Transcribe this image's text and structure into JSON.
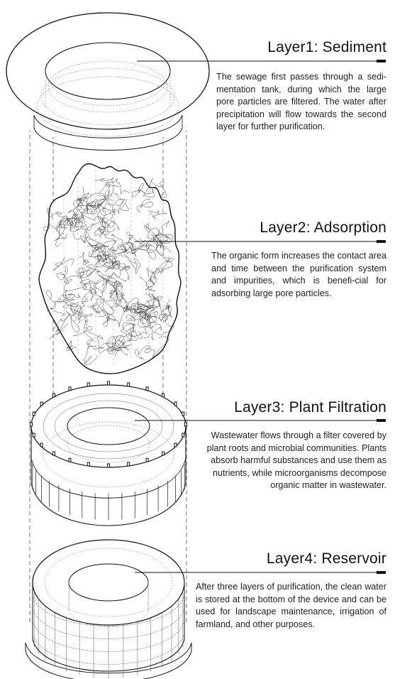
{
  "layers": [
    {
      "title": "Layer1: Sediment",
      "description": "The sewage first passes through a sedi-mentation tank, during which the large pore particles are filtered. The water after precipitation will flow towards the second layer for further purification."
    },
    {
      "title": "Layer2: Adsorption",
      "description": "The organic form increases the contact area and time between the purification system and impurities, which is benefi-cial for adsorbing large pore particles."
    },
    {
      "title": "Layer3: Plant Filtration",
      "description": "Wastewater flows through a filter covered by plant roots and microbial communities. Plants absorb harmful substances and use them as nutrients, while microorganisms decompose organic matter in wastewater."
    },
    {
      "title": "Layer4: Reservoir",
      "description": "After three layers of purification, the clean water is stored at the bottom of the device and can be used for landscape maintenance, irrigation of farmland, and other purposes."
    }
  ]
}
